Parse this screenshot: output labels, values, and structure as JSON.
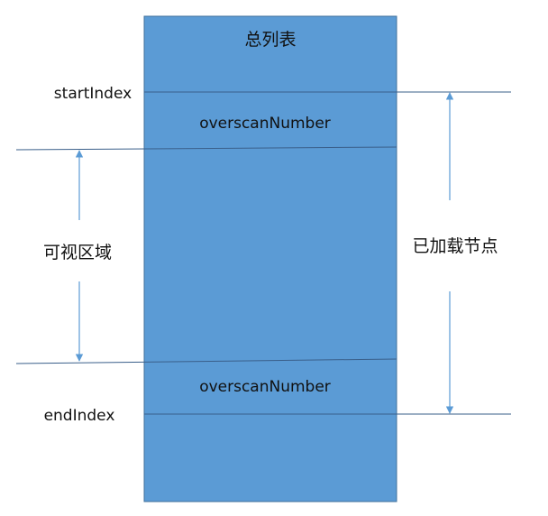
{
  "diagram": {
    "list_title": "总列表",
    "start_index_label": "startIndex",
    "end_index_label": "endIndex",
    "overscan_top_label": "overscanNumber",
    "overscan_bottom_label": "overscanNumber",
    "visible_region_label": "可视区域",
    "loaded_nodes_label": "已加载节点"
  },
  "colors": {
    "list_fill": "#5B9BD5",
    "list_border": "#41719C",
    "line": "#3A5F8A",
    "arrow": "#5B9BD5",
    "text": "#111111"
  }
}
